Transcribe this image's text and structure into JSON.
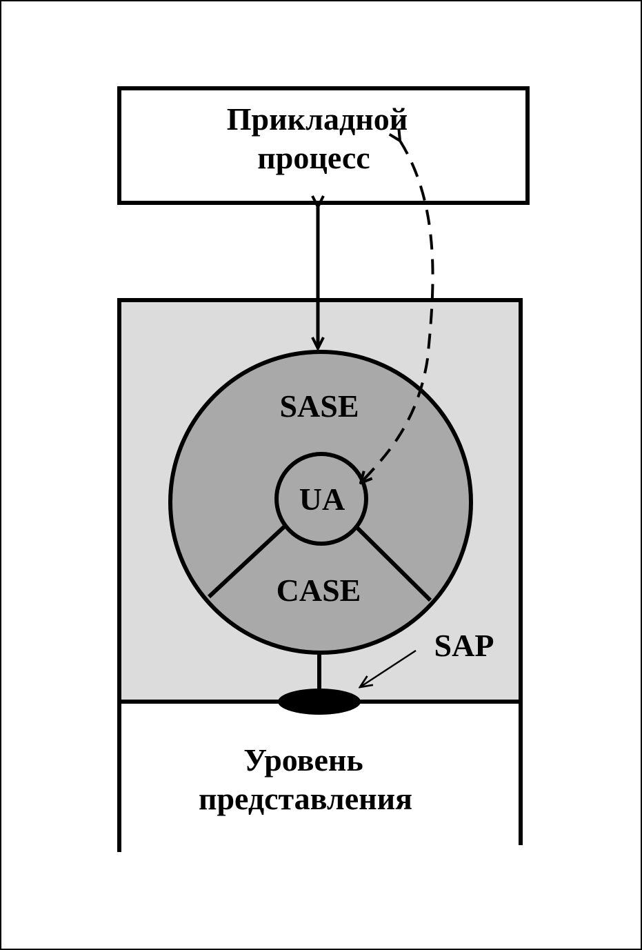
{
  "application_process": {
    "line1": "Прикладной",
    "line2": "процесс"
  },
  "entities": {
    "sase": "SASE",
    "ua": "UA",
    "case": "CASE"
  },
  "sap": {
    "label": "SAP"
  },
  "presentation_layer": {
    "line1": "Уровень",
    "line2": "представления"
  },
  "colors": {
    "outer_frame": "#000000",
    "entity_box_fill": "#dcdcdc",
    "disc_fill": "#a9a9a9",
    "ua_fill": "#a9a9a9",
    "sap_fill": "#000000",
    "background": "#ffffff"
  }
}
